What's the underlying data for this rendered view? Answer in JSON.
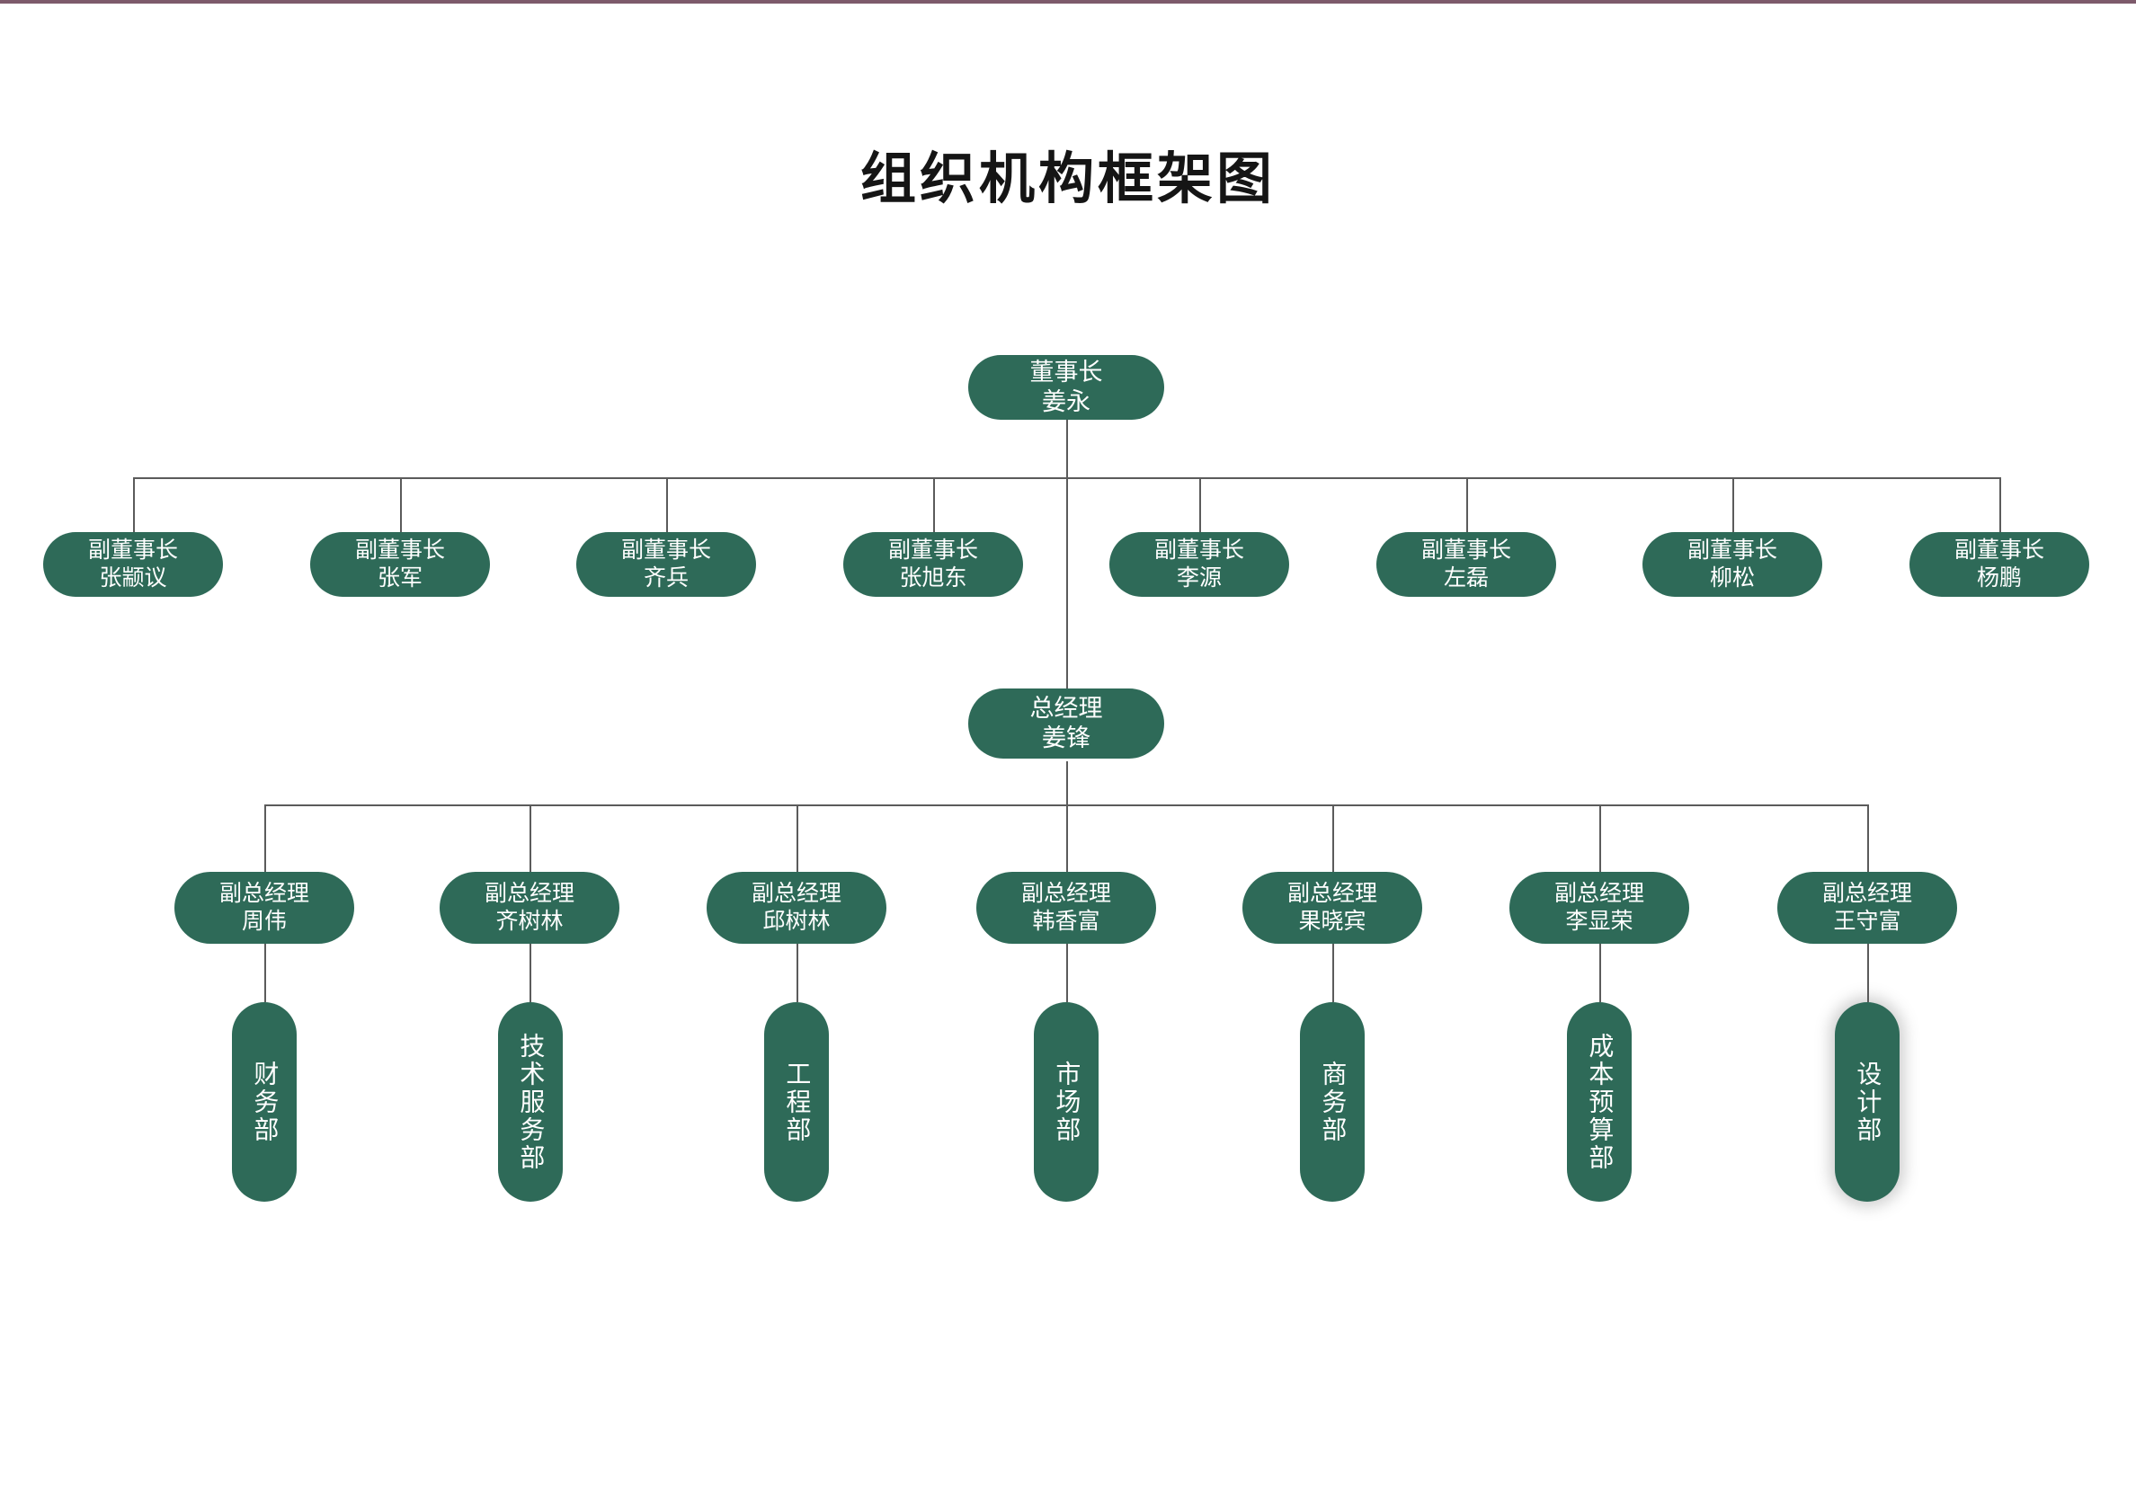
{
  "page": {
    "title": "组织机构框架图",
    "accent_color": "#2e6a58",
    "line_color": "#5b5b5b",
    "top_rule_color": "#7d5a6b",
    "background_color": "#ffffff"
  },
  "chairman": {
    "role": "董事长",
    "name": "姜永"
  },
  "general_manager": {
    "role": "总经理",
    "name": "姜锋"
  },
  "vice_chairmen": [
    {
      "role": "副董事长",
      "name": "张颛议"
    },
    {
      "role": "副董事长",
      "name": "张军"
    },
    {
      "role": "副董事长",
      "name": "齐兵"
    },
    {
      "role": "副董事长",
      "name": "张旭东"
    },
    {
      "role": "副董事长",
      "name": "李源"
    },
    {
      "role": "副董事长",
      "name": "左磊"
    },
    {
      "role": "副董事长",
      "name": "柳松"
    },
    {
      "role": "副董事长",
      "name": "杨鹏"
    }
  ],
  "deputy_general_managers": [
    {
      "role": "副总经理",
      "name": "周伟",
      "department": "财务部"
    },
    {
      "role": "副总经理",
      "name": "齐树林",
      "department": "技术服务部"
    },
    {
      "role": "副总经理",
      "name": "邱树林",
      "department": "工程部"
    },
    {
      "role": "副总经理",
      "name": "韩香富",
      "department": "市场部"
    },
    {
      "role": "副总经理",
      "name": "果晓宾",
      "department": "商务部"
    },
    {
      "role": "副总经理",
      "name": "李显荣",
      "department": "成本预算部"
    },
    {
      "role": "副总经理",
      "name": "王守富",
      "department": "设计部"
    }
  ]
}
